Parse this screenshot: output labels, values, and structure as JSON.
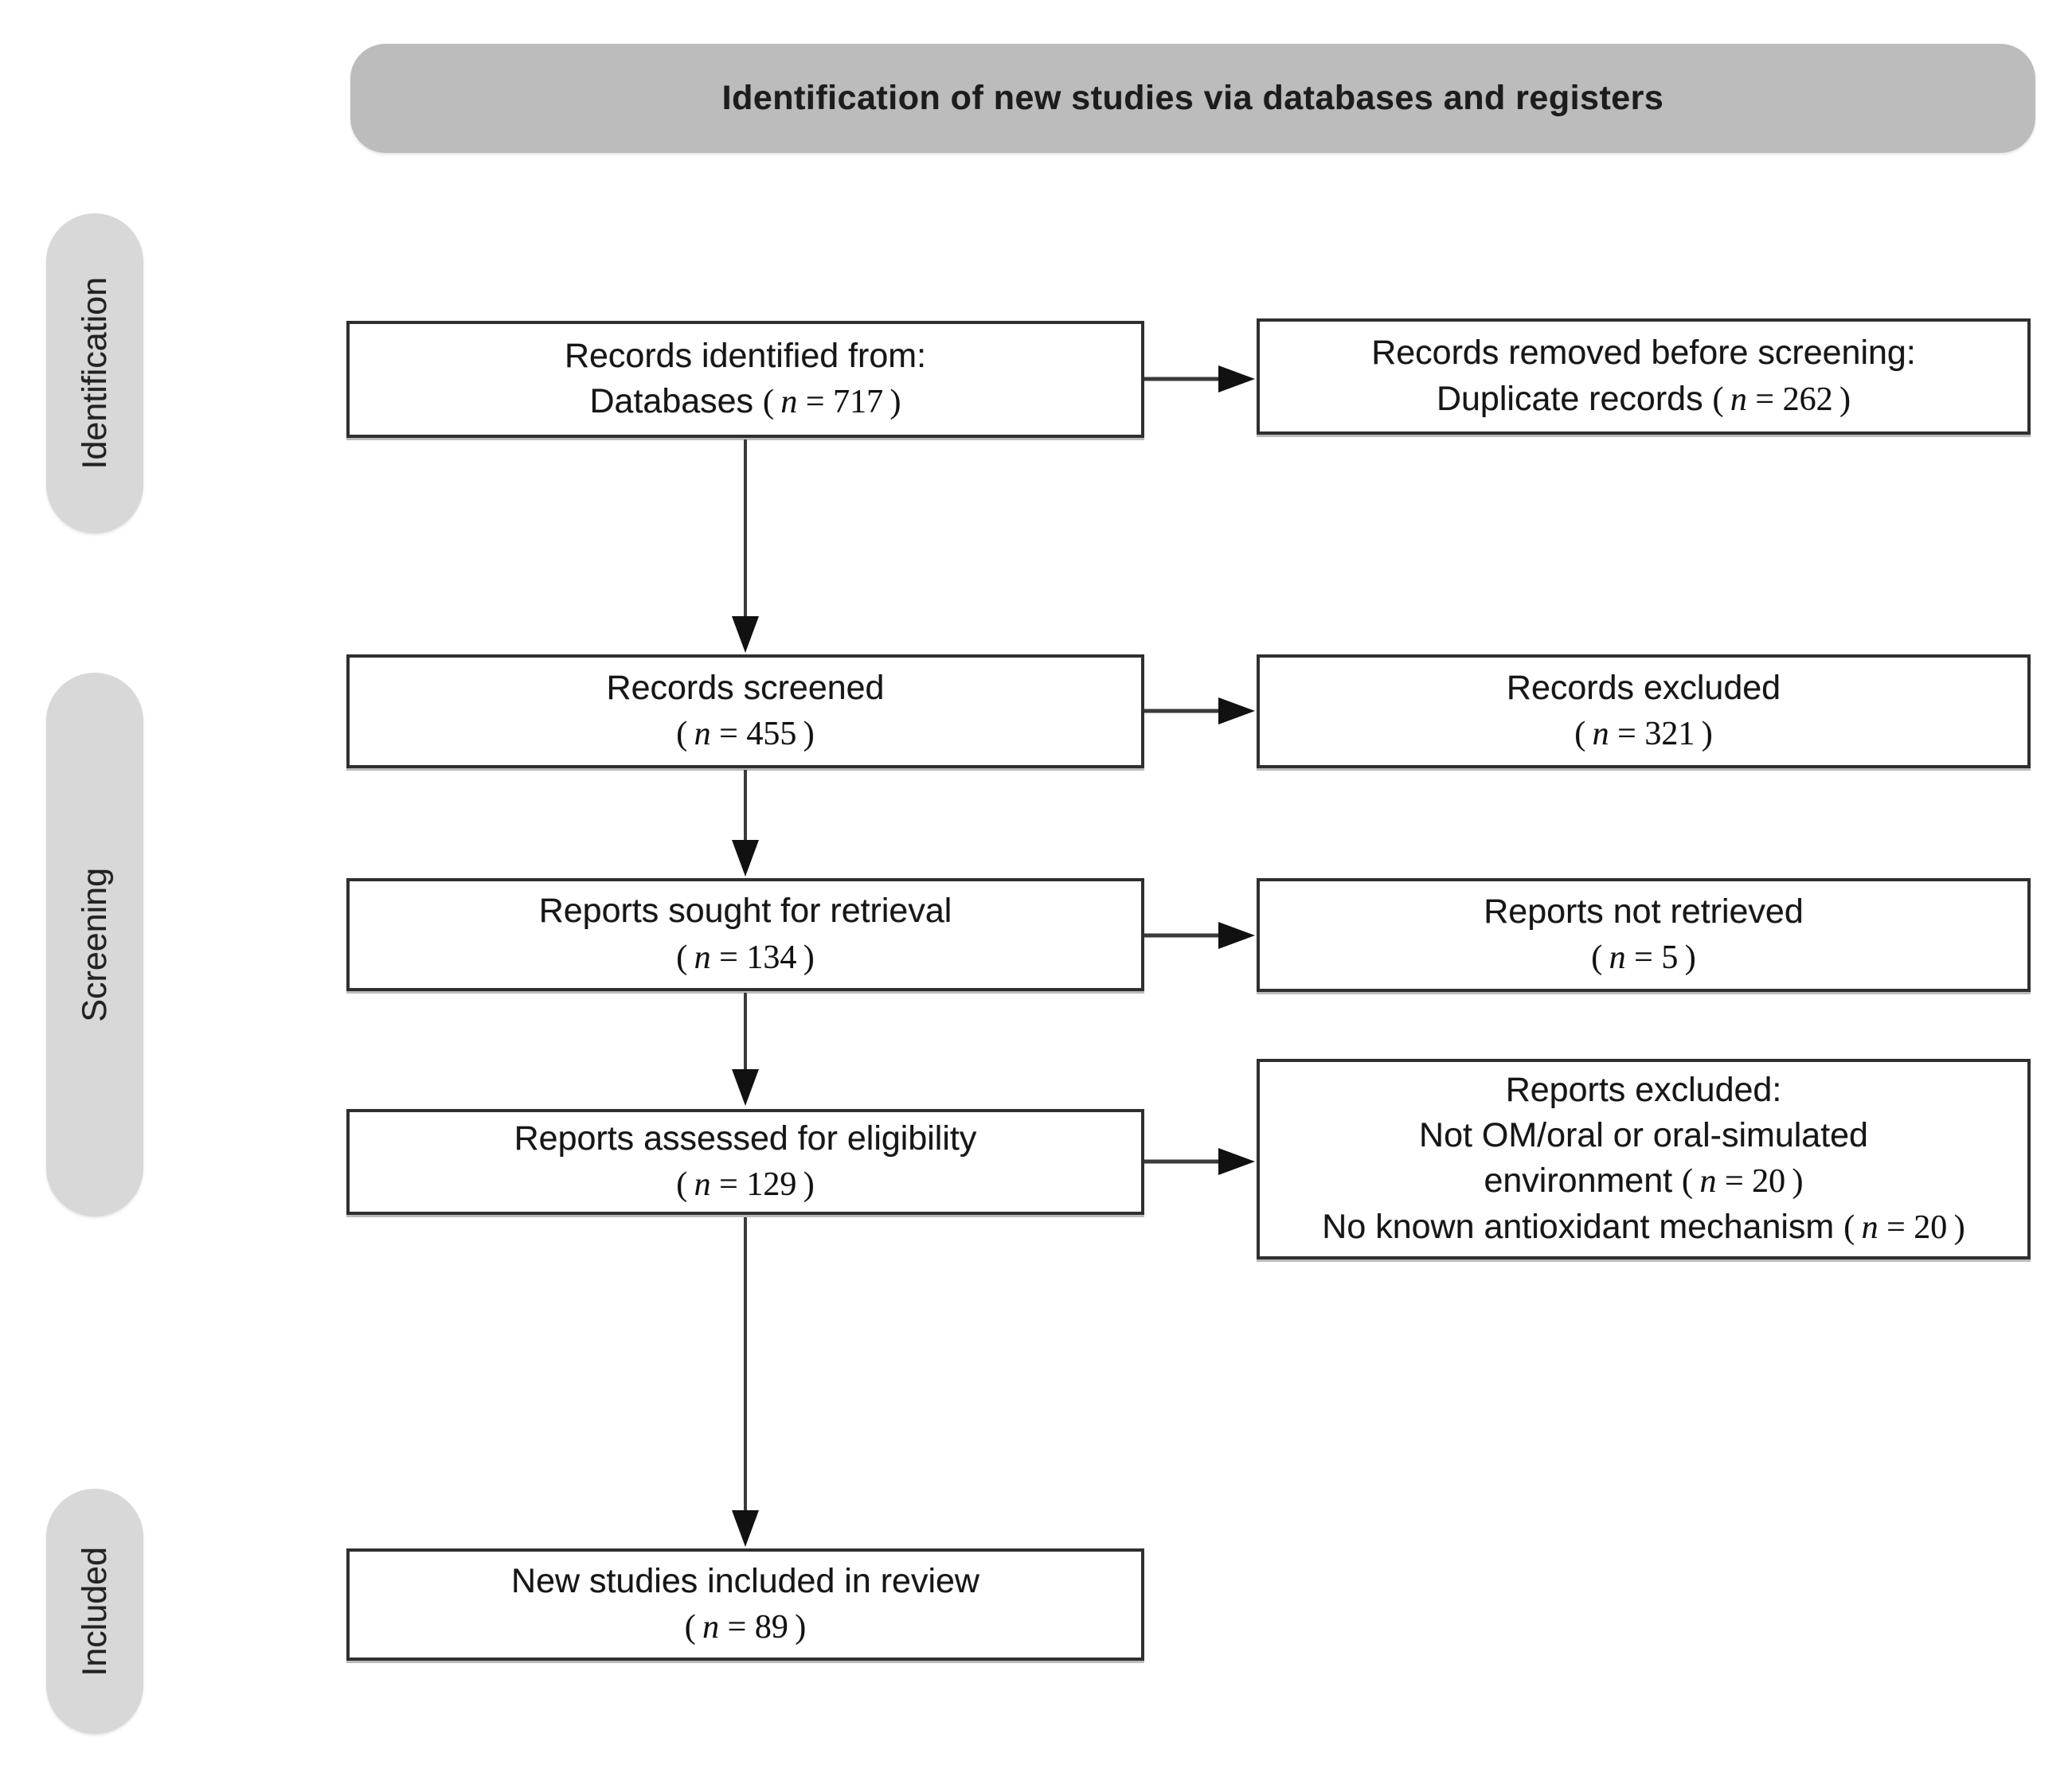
{
  "header": {
    "title": "Identification of new studies via databases and registers"
  },
  "stages": [
    {
      "label": "Identification"
    },
    {
      "label": "Screening"
    },
    {
      "label": "Included"
    }
  ],
  "boxes": {
    "identified": {
      "lines": [
        "Records identified from:",
        "Databases (n = 717)"
      ]
    },
    "removed_before_screening": {
      "lines": [
        "Records removed before screening:",
        "Duplicate records (n = 262)"
      ]
    },
    "screened": {
      "lines": [
        "Records screened",
        "(n = 455)"
      ]
    },
    "records_excluded": {
      "lines": [
        "Records excluded",
        "(n = 321)"
      ]
    },
    "sought_for_retrieval": {
      "lines": [
        "Reports sought for retrieval",
        "(n = 134)"
      ]
    },
    "not_retrieved": {
      "lines": [
        "Reports not retrieved",
        "(n = 5)"
      ]
    },
    "assessed_for_eligibility": {
      "lines": [
        "Reports assessed for eligibility",
        "(n = 129)"
      ]
    },
    "reports_excluded": {
      "lines": [
        "Reports excluded:",
        "Not OM/oral or oral-simulated",
        "environment (n = 20)",
        "No known antioxidant mechanism (n = 20)"
      ]
    },
    "new_studies_included": {
      "lines": [
        "New studies included in review",
        "(n = 89)"
      ]
    }
  },
  "counts": {
    "databases": 717,
    "duplicates_removed": 262,
    "screened": 455,
    "records_excluded": 321,
    "sought": 134,
    "not_retrieved": 5,
    "assessed": 129,
    "excluded_not_om_oral": 20,
    "excluded_no_antioxidant_mechanism": 20,
    "included_in_review": 89
  },
  "colors": {
    "header_pill": "#bcbcbc",
    "stage_pill": "#d8d8d8",
    "box_border": "#2f2f2f",
    "arrow": "#1a1a1a"
  }
}
